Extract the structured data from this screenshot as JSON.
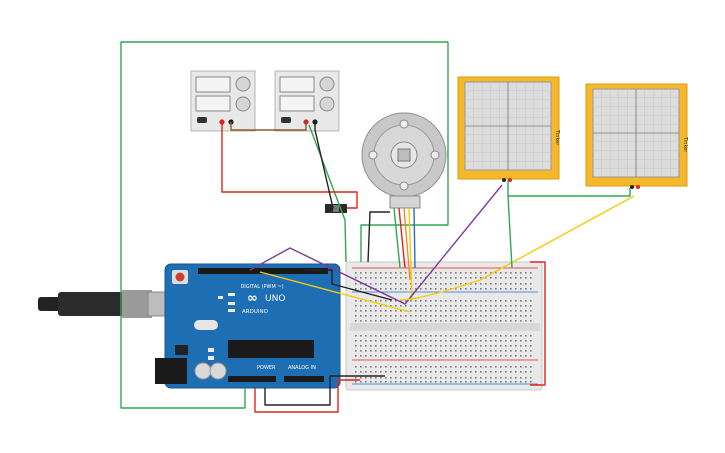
{
  "canvas": {
    "background": "#ffffff"
  },
  "arduino": {
    "board_name": "UNO",
    "brand": "ARDUINO",
    "digital_label": "DIGITAL (PWM ~)",
    "power_label": "POWER",
    "analog_label": "ANALOG IN",
    "color": "#1e6eb4"
  },
  "power_supplies": [
    {
      "id": "supply-1"
    },
    {
      "id": "supply-2"
    }
  ],
  "oscilloscopes": [
    {
      "id": "scope-1",
      "label": "Tinker"
    },
    {
      "id": "scope-2",
      "label": "Tinker"
    }
  ],
  "motor": {
    "id": "dc-motor-encoder"
  },
  "wire_colors": {
    "green": "#2fa84f",
    "red": "#e0241b",
    "black": "#222222",
    "brown": "#8b5a2b",
    "purple": "#7d3c98",
    "yellow": "#f2cc0c",
    "orange": "#f28c28",
    "blue": "#2d6ad4"
  },
  "colors": {
    "scope_frame": "#f5b82a",
    "scope_screen": "#dcdcdc",
    "breadboard": "#e9e9e9",
    "supply_body": "#e8e8e8"
  }
}
